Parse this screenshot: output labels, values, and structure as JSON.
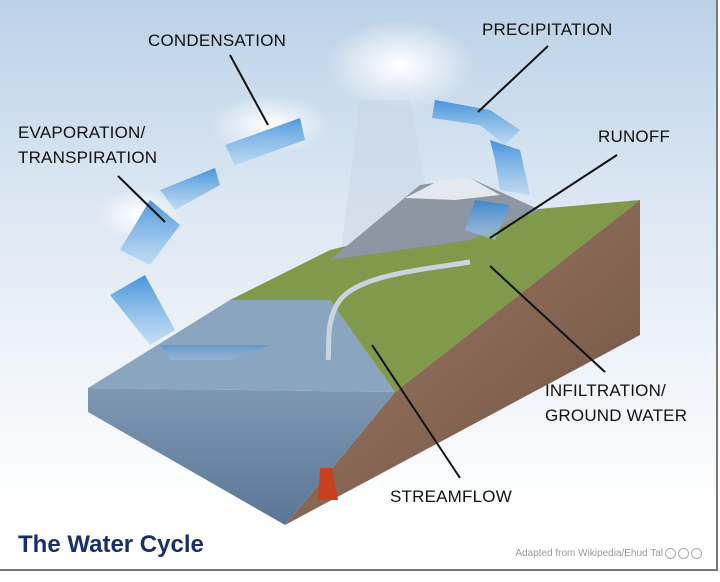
{
  "title": "The Water Cycle",
  "labels": {
    "condensation": "CONDENSATION",
    "precipitation": "PRECIPITATION",
    "evaporation_line1": "EVAPORATION/",
    "evaporation_line2": "TRANSPIRATION",
    "runoff": "RUNOFF",
    "infiltration_line1": "INFILTRATION/",
    "infiltration_line2": "GROUND WATER",
    "streamflow": "STREAMFLOW"
  },
  "credit": "Adapted from Wikipedia/Ehud Tal",
  "colors": {
    "title": "#1b2e6b",
    "arrow": "#3d8fd6",
    "water": "#6f8fb0",
    "land": "#7f9a4a",
    "rock": "#8a6a55"
  }
}
